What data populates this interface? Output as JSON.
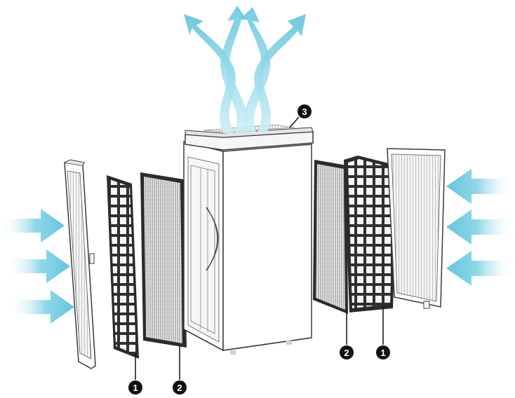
{
  "diagram": {
    "callouts": [
      {
        "id": "pre-filter-left",
        "label": "1"
      },
      {
        "id": "hepa-filter-left",
        "label": "2"
      },
      {
        "id": "air-outlet",
        "label": "3"
      },
      {
        "id": "hepa-filter-right",
        "label": "2"
      },
      {
        "id": "pre-filter-right",
        "label": "1"
      }
    ],
    "colors": {
      "airflow": "#69cbe0",
      "airflow_light": "#a9e1ee",
      "outline": "#3a3a3a",
      "filter_dark": "#2b2b2b",
      "callout_fill": "#111111"
    }
  }
}
